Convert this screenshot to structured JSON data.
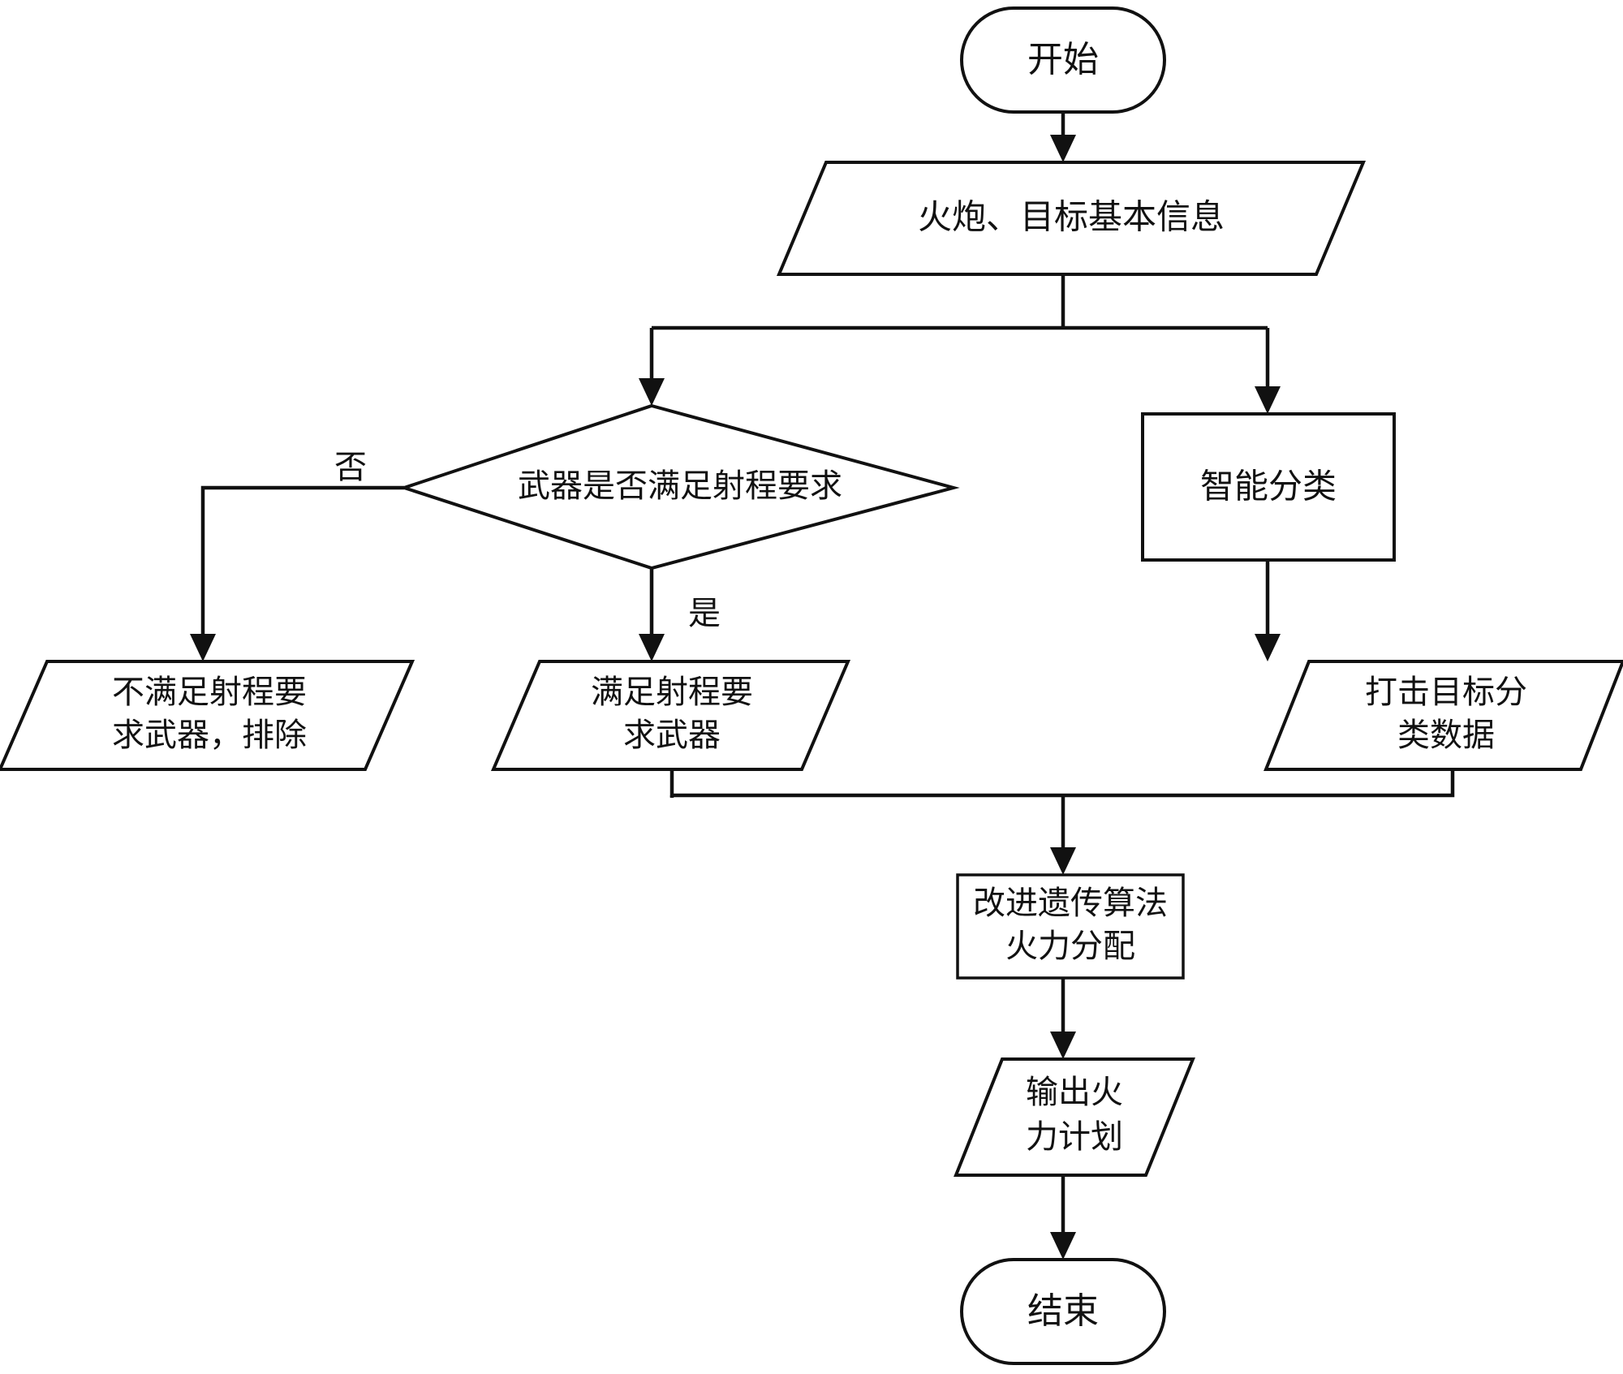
{
  "diagram": {
    "type": "flowchart",
    "orientation": "top-to-bottom",
    "language": "zh-CN",
    "colors": {
      "background": "#ffffff",
      "stroke": "#111111",
      "fill": "#ffffff",
      "text": "#111111"
    },
    "nodes": {
      "start": {
        "label": "开始",
        "shape": "stadium"
      },
      "input_info": {
        "label": "火炮、目标基本信息",
        "shape": "parallelogram"
      },
      "decision_range": {
        "label": "武器是否满足射程要求",
        "shape": "diamond"
      },
      "smart_classify": {
        "label": "智能分类",
        "shape": "rectangle"
      },
      "not_satisfy": {
        "line1": "不满足射程要",
        "line2": "求武器，排除",
        "shape": "parallelogram"
      },
      "satisfy": {
        "line1": "满足射程要",
        "line2": "求武器",
        "shape": "parallelogram"
      },
      "target_class_data": {
        "line1": "打击目标分",
        "line2": "类数据",
        "shape": "parallelogram"
      },
      "genetic_algorithm": {
        "line1": "改进遗传算法",
        "line2": "火力分配",
        "shape": "rectangle"
      },
      "output_plan": {
        "line1": "输出火",
        "line2": "力计划",
        "shape": "parallelogram"
      },
      "end": {
        "label": "结束",
        "shape": "stadium"
      }
    },
    "edge_labels": {
      "no": "否",
      "yes": "是"
    }
  }
}
